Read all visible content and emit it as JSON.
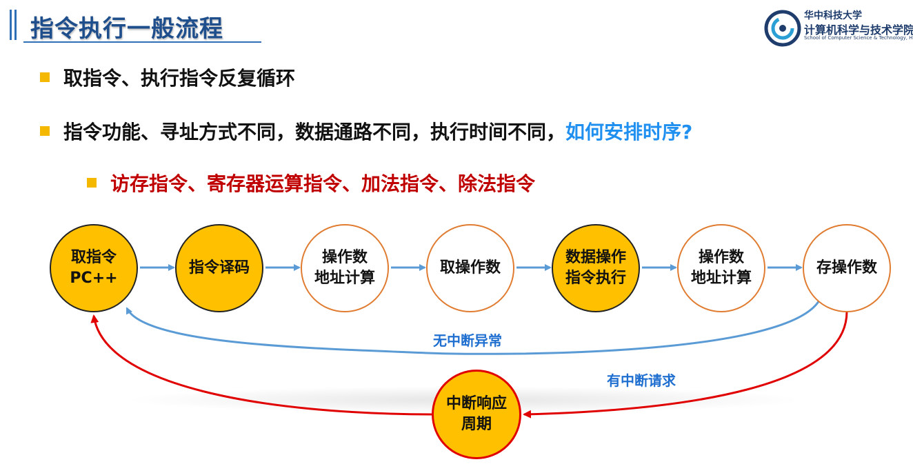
{
  "title": "指令执行一般流程",
  "logo": {
    "cn_university": "华中科技大学",
    "cn_school": "计算机科学与技术学院",
    "en_school": "School of Computer Science & Technology, HUST"
  },
  "bullets": [
    {
      "text": "取指令、执行指令反复循环"
    },
    {
      "text_a": "指令功能、寻址方式不同，数据通路不同，执行时间不同，",
      "text_b": "如何安排时序?"
    },
    {
      "text": "访存指令、寄存器运算指令、加法指令、除法指令"
    }
  ],
  "nodes": [
    {
      "line1": "取指令",
      "line2": "PC++",
      "style": "filled"
    },
    {
      "line1": "指令译码",
      "line2": "",
      "style": "filled"
    },
    {
      "line1": "操作数",
      "line2": "地址计算",
      "style": "hollow"
    },
    {
      "line1": "取操作数",
      "line2": "",
      "style": "hollow"
    },
    {
      "line1": "数据操作",
      "line2": "指令执行",
      "style": "filled"
    },
    {
      "line1": "操作数",
      "line2": "地址计算",
      "style": "hollow"
    },
    {
      "line1": "存操作数",
      "line2": "",
      "style": "hollow"
    }
  ],
  "interrupt_node": {
    "line1": "中断响应",
    "line2": "周期"
  },
  "labels": {
    "no_interrupt": "无中断异常",
    "has_interrupt": "有中断请求"
  },
  "colors": {
    "title_blue": "#1e4e8c",
    "bullet_square": "#f5b800",
    "highlight_blue": "#1f8ff0",
    "highlight_red": "#c00000",
    "node_fill": "#ffc000",
    "node_ring": "#e07b30",
    "flow_arrow": "#5b9bd5",
    "interrupt_arrow": "#e00000"
  }
}
